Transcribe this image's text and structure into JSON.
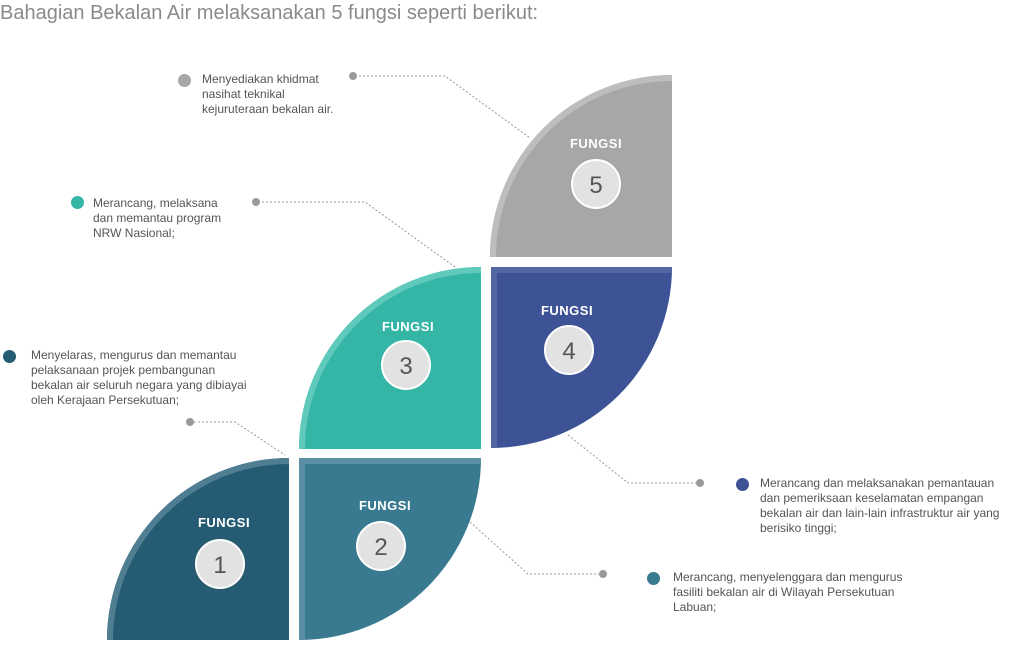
{
  "title": "Bahagian Bekalan Air melaksanakan 5 fungsi seperti berikut:",
  "functions": [
    {
      "label": "FUNGSI",
      "number": "1",
      "color": "#265c73",
      "description": "Menyelaras, mengurus dan memantau\npelaksanaan projek pembangunan\nbekalan air seluruh negara yang dibiayai\noleh Kerajaan Persekutuan;"
    },
    {
      "label": "FUNGSI",
      "number": "2",
      "color": "#3a7a91",
      "description": "Merancang, menyelenggara dan mengurus\nfasiliti bekalan air di Wilayah Persekutuan\nLabuan;"
    },
    {
      "label": "FUNGSI",
      "number": "3",
      "color": "#34b5a5",
      "description": "Merancang, melaksana\ndan memantau program\nNRW Nasional;"
    },
    {
      "label": "FUNGSI",
      "number": "4",
      "color": "#3e5395",
      "description": "Merancang dan melaksanakan pemantauan\ndan pemeriksaan keselamatan empangan\nbekalan air dan lain-lain infrastruktur air yang\nberisiko tinggi;"
    },
    {
      "label": "FUNGSI",
      "number": "5",
      "color": "#a6a8a7",
      "description": "Menyediakan khidmat\nnasihat teknikal\nkejuruteraan bekalan air."
    }
  ]
}
